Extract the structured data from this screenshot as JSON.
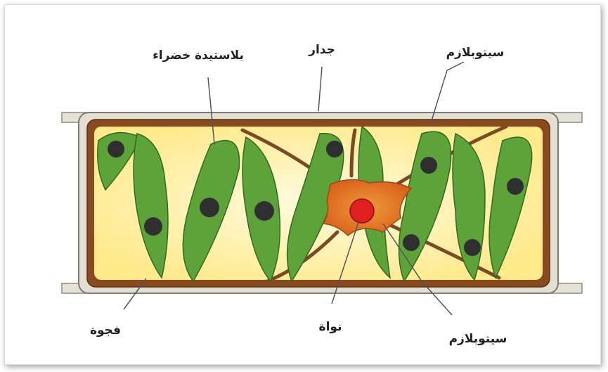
{
  "labels": {
    "chloroplast": "بلاستيدة خضراء",
    "wall": "جدار",
    "cytoplasm_top": "سيتوبلازم",
    "vacuole": "فجوة",
    "nucleus": "نواة",
    "cytoplasm_bottom": "سيتوبلازم"
  },
  "colors": {
    "cell_wall": "#d2cfc3",
    "cytoplasm_border": "#8a4a20",
    "vacuole": "#fff2b0",
    "chloroplast": "#5ea33a",
    "chloroplast_body": "#2f2f2f",
    "cytoplasm_center": "#e8762a",
    "nucleus": "#e02020"
  }
}
